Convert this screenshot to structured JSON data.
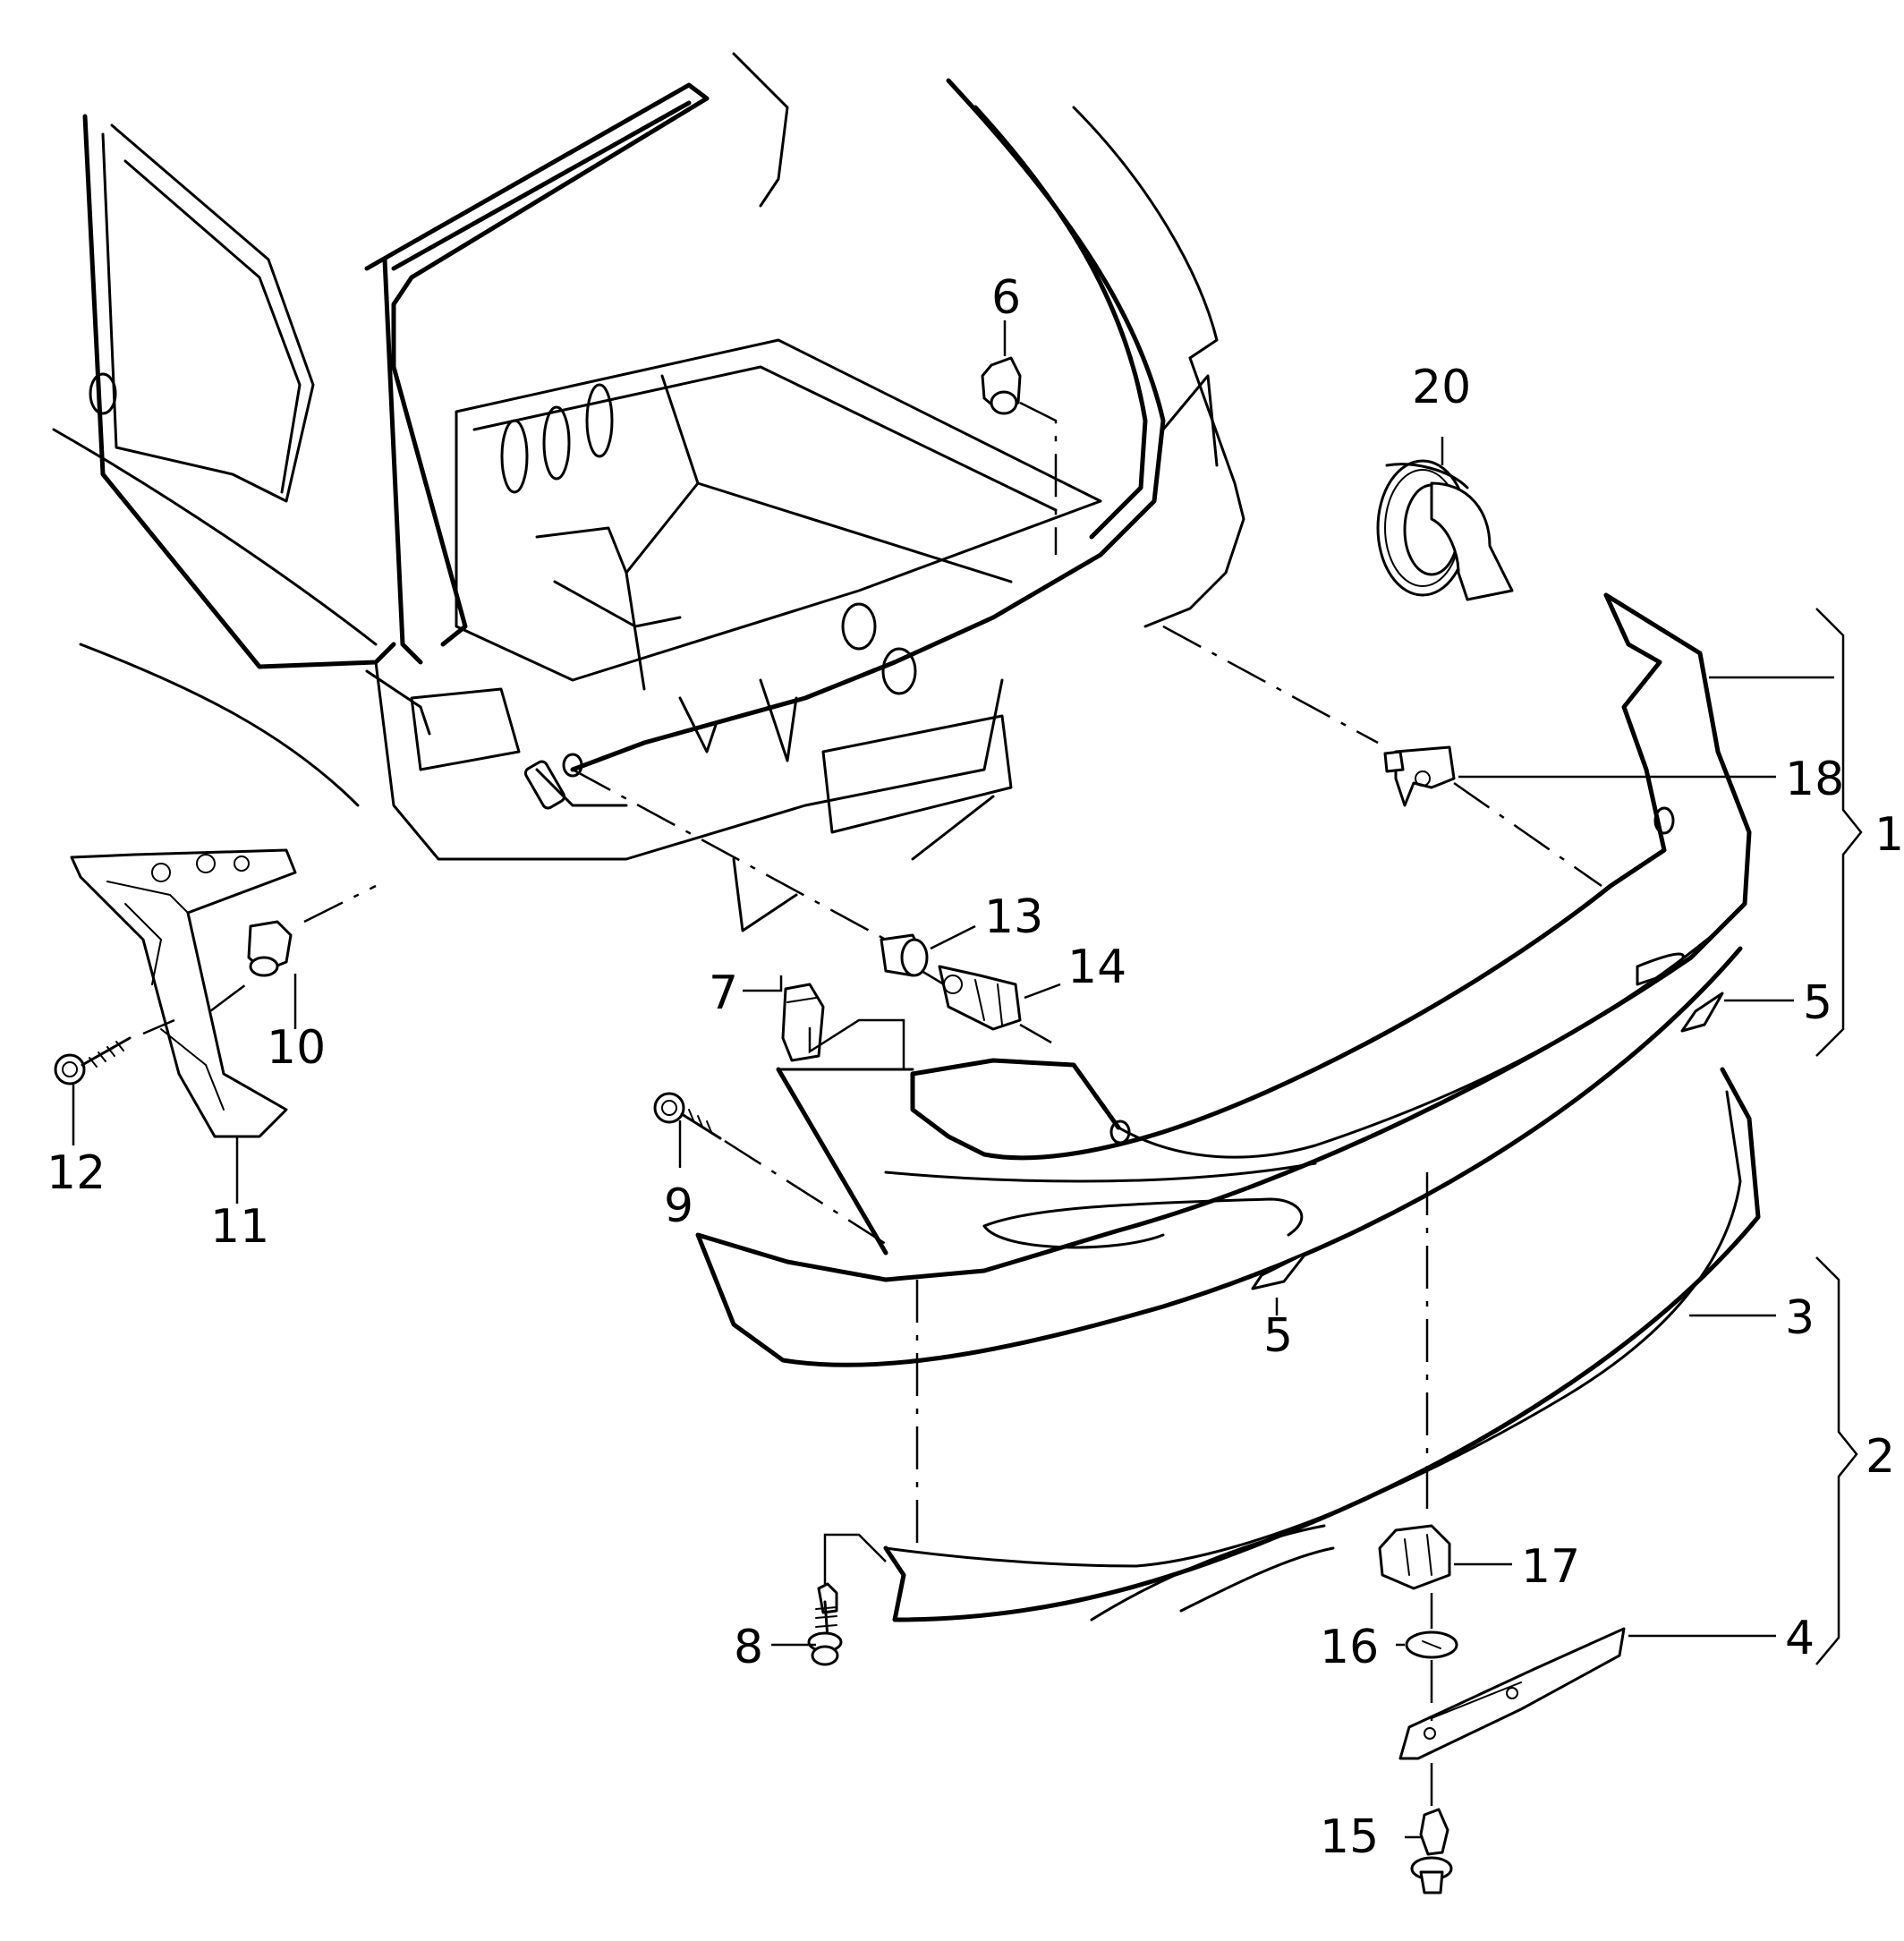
{
  "callouts": [
    {
      "id": "c1",
      "label": "1"
    },
    {
      "id": "c2",
      "label": "2"
    },
    {
      "id": "c3",
      "label": "3"
    },
    {
      "id": "c4",
      "label": "4"
    },
    {
      "id": "c5a",
      "label": "5"
    },
    {
      "id": "c5b",
      "label": "5"
    },
    {
      "id": "c6",
      "label": "6"
    },
    {
      "id": "c7",
      "label": "7"
    },
    {
      "id": "c8",
      "label": "8"
    },
    {
      "id": "c9",
      "label": "9"
    },
    {
      "id": "c10",
      "label": "10"
    },
    {
      "id": "c11",
      "label": "11"
    },
    {
      "id": "c12",
      "label": "12"
    },
    {
      "id": "c13",
      "label": "13"
    },
    {
      "id": "c14",
      "label": "14"
    },
    {
      "id": "c15",
      "label": "15"
    },
    {
      "id": "c16",
      "label": "16"
    },
    {
      "id": "c17",
      "label": "17"
    },
    {
      "id": "c18",
      "label": "18"
    },
    {
      "id": "c20",
      "label": "20"
    }
  ]
}
